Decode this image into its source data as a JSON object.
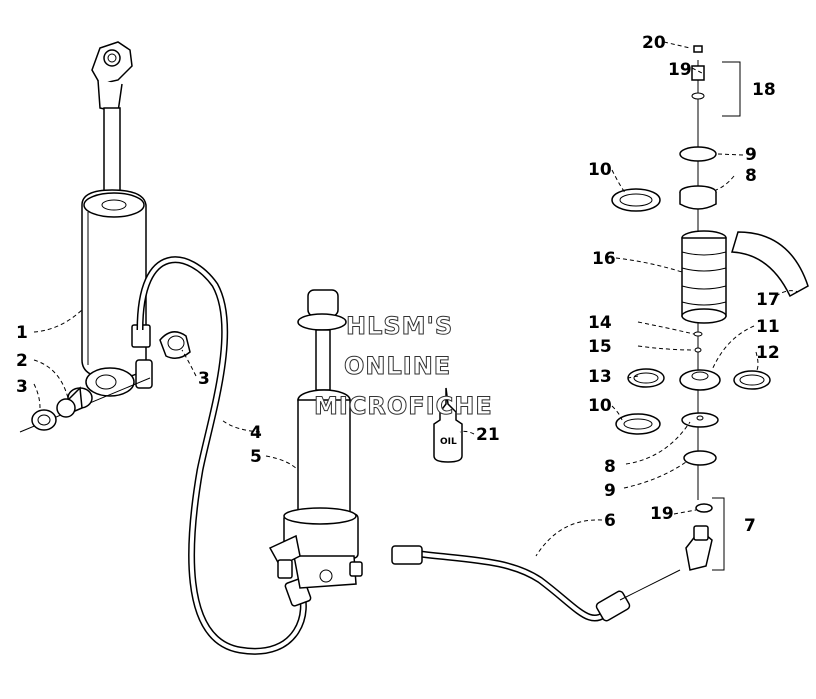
{
  "watermark": {
    "line1": "HLSM'S",
    "line2": "ONLINE",
    "line3": "MICROFICHE"
  },
  "oil_bottle_text": "OIL",
  "callouts": {
    "c1": "1",
    "c2": "2",
    "c3a": "3",
    "c3b": "3",
    "c4": "4",
    "c5": "5",
    "c6": "6",
    "c7": "7",
    "c8a": "8",
    "c8b": "8",
    "c9a": "9",
    "c9b": "9",
    "c10a": "10",
    "c10b": "10",
    "c11": "11",
    "c12": "12",
    "c13": "13",
    "c14": "14",
    "c15": "15",
    "c16": "16",
    "c17": "17",
    "c18": "18",
    "c19a": "19",
    "c19b": "19",
    "c20": "20",
    "c21": "21"
  }
}
